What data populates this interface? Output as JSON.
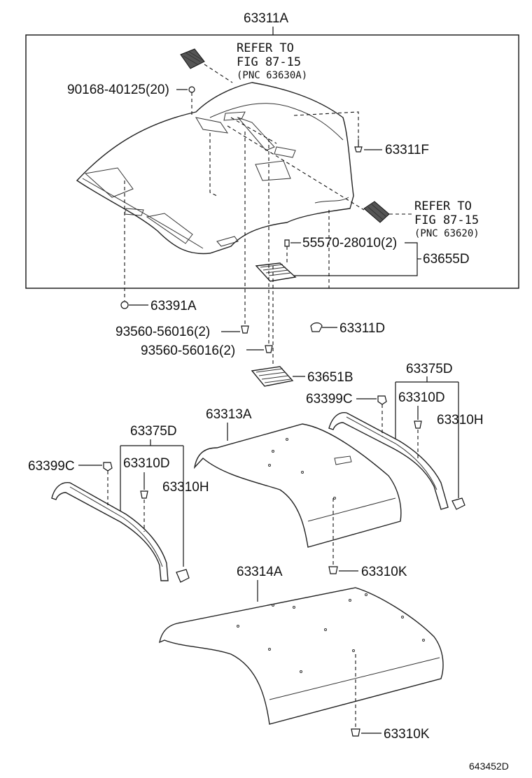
{
  "labels": {
    "main_assembly": "63311A",
    "refer_top_line1": "REFER TO",
    "refer_top_line2": "FIG 87-15",
    "refer_top_line3": "(PNC 63630A)",
    "refer_right_line1": "REFER TO",
    "refer_right_line2": "FIG 87-15",
    "refer_right_line3": "(PNC 63620)",
    "screw_main": "90168-40125(20)",
    "p63311F": "63311F",
    "p55570": "55570-28010(2)",
    "p63655D": "63655D",
    "p63391A": "63391A",
    "p93560_a": "93560-56016(2)",
    "p93560_b": "93560-56016(2)",
    "p63311D": "63311D",
    "p63651B": "63651B",
    "p63375D_right": "63375D",
    "p63399C_right": "63399C",
    "p63310D_right": "63310D",
    "p63310H_right": "63310H",
    "p63313A": "63313A",
    "p63375D_left": "63375D",
    "p63399C_left": "63399C",
    "p63310D_left": "63310D",
    "p63310H_left": "63310H",
    "p63310K_mid": "63310K",
    "p63314A": "63314A",
    "p63310K_bottom": "63310K",
    "diagram_code": "643452D"
  },
  "colors": {
    "line": "#111111",
    "background": "#ffffff",
    "fill_dark": "#555555"
  }
}
